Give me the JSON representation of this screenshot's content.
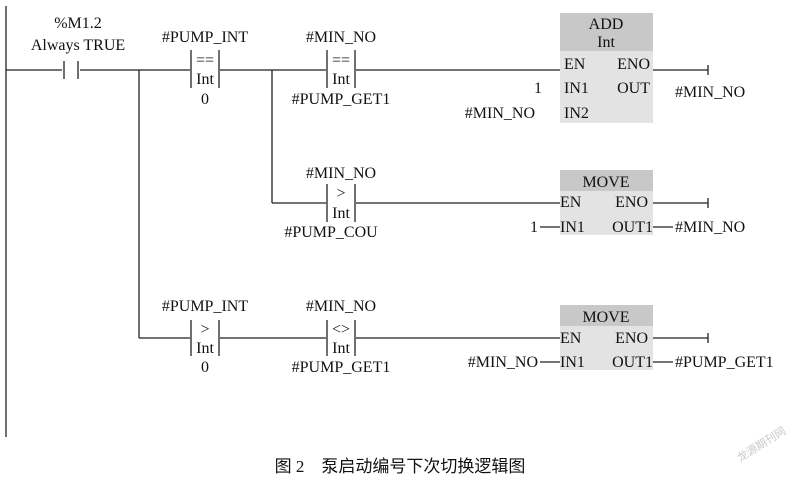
{
  "colors": {
    "line": "#222222",
    "block_fill": "#e3e3e3",
    "block_header": "#c8c8c8",
    "background": "#ffffff"
  },
  "contact_m12": {
    "address": "%M1.2",
    "label": "Always TRUE"
  },
  "branch1": {
    "cmp1": {
      "top": "#PUMP_INT",
      "symbol": "==",
      "type": "Int",
      "bottom": "0"
    },
    "cmp2": {
      "top": "#MIN_NO",
      "symbol": "==",
      "type": "Int",
      "bottom": "#PUMP_GET1"
    },
    "block": {
      "title": "ADD",
      "subtitle": "Int",
      "en": "EN",
      "eno": "ENO",
      "in1": "IN1",
      "in2": "IN2",
      "out": "OUT",
      "in1_value": "1",
      "in2_value": "#MIN_NO",
      "out_value": "#MIN_NO"
    }
  },
  "branch2": {
    "cmp": {
      "top": "#MIN_NO",
      "symbol": ">",
      "type": "Int",
      "bottom": "#PUMP_COU"
    },
    "block": {
      "title": "MOVE",
      "en": "EN",
      "eno": "ENO",
      "in1": "IN1",
      "out": "OUT1",
      "in1_value": "1",
      "out_value": "#MIN_NO"
    }
  },
  "branch3": {
    "cmp1": {
      "top": "#PUMP_INT",
      "symbol": ">",
      "type": "Int",
      "bottom": "0"
    },
    "cmp2": {
      "top": "#MIN_NO",
      "symbol": "<>",
      "type": "Int",
      "bottom": "#PUMP_GET1"
    },
    "block": {
      "title": "MOVE",
      "en": "EN",
      "eno": "ENO",
      "in1": "IN1",
      "out": "OUT1",
      "in1_value": "#MIN_NO",
      "out_value": "#PUMP_GET1"
    }
  },
  "caption": "图 2　泵启动编号下次切换逻辑图",
  "watermark": "龙源期刊网"
}
